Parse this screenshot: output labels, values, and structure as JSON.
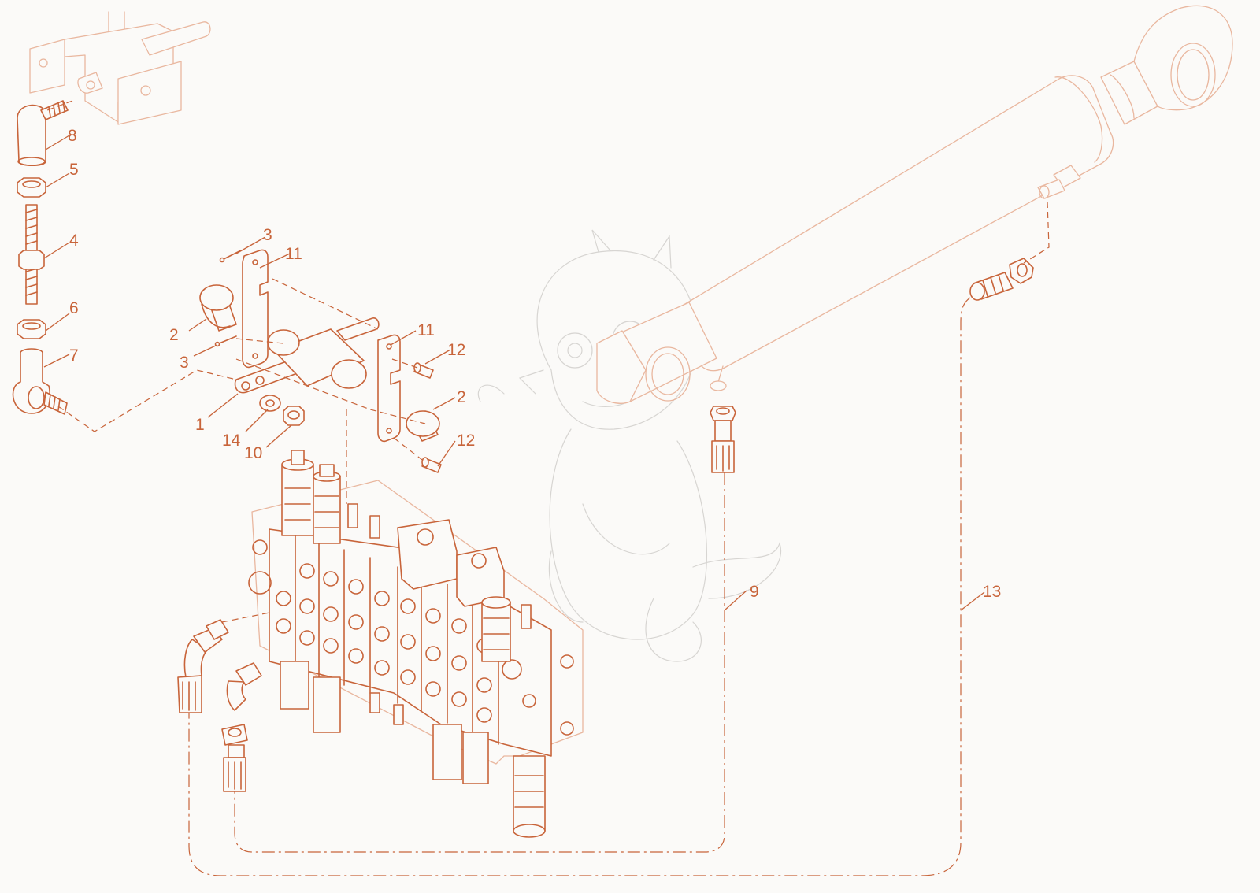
{
  "diagram": {
    "type": "exploded parts drawing",
    "line_color": "#c8643a",
    "line_color_faint": "#e9b79f",
    "background": "#fbfaf8",
    "watermark": "dragon-sketch-watermark",
    "callouts": [
      {
        "id": "c8",
        "text": "8"
      },
      {
        "id": "c5",
        "text": "5"
      },
      {
        "id": "c4",
        "text": "4"
      },
      {
        "id": "c6",
        "text": "6"
      },
      {
        "id": "c7",
        "text": "7"
      },
      {
        "id": "c3a",
        "text": "3"
      },
      {
        "id": "c11a",
        "text": "11"
      },
      {
        "id": "c2a",
        "text": "2"
      },
      {
        "id": "c3b",
        "text": "3"
      },
      {
        "id": "c11b",
        "text": "11"
      },
      {
        "id": "c12a",
        "text": "12"
      },
      {
        "id": "c2b",
        "text": "2"
      },
      {
        "id": "c1",
        "text": "1"
      },
      {
        "id": "c14",
        "text": "14"
      },
      {
        "id": "c10",
        "text": "10"
      },
      {
        "id": "c12b",
        "text": "12"
      },
      {
        "id": "c9",
        "text": "9"
      },
      {
        "id": "c13",
        "text": "13"
      }
    ]
  }
}
